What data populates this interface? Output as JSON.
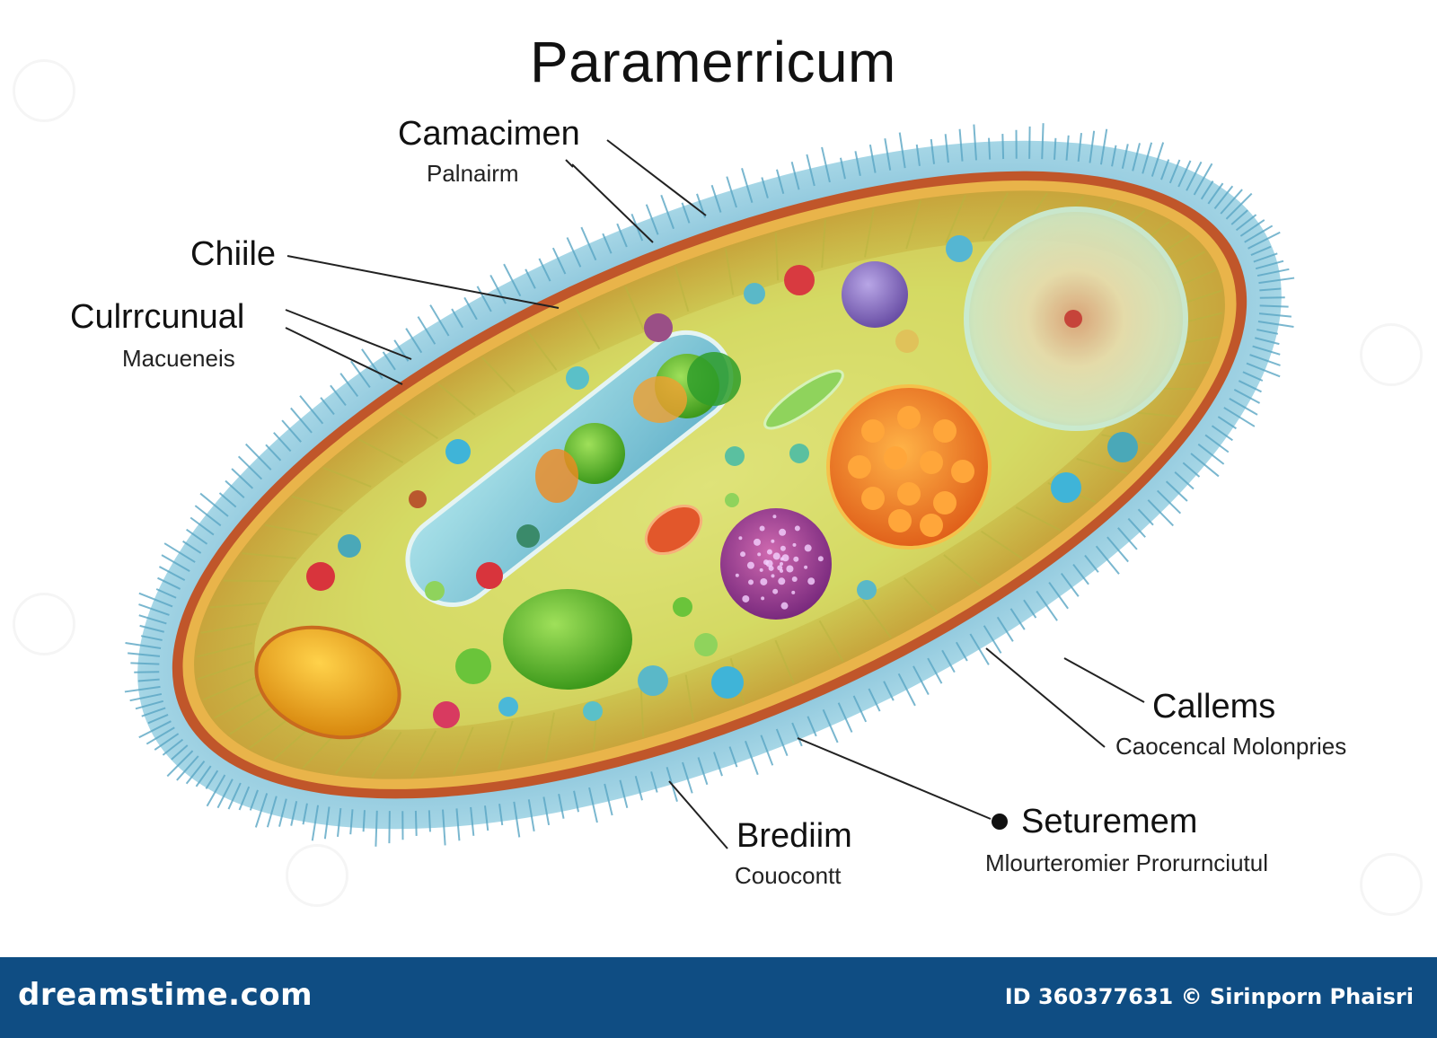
{
  "diagram": {
    "title": "Paramerricum",
    "labels": [
      {
        "id": "camacimen",
        "main": "Camacimen",
        "sub": "Palnairm"
      },
      {
        "id": "chiile",
        "main": "Chiile",
        "sub": ""
      },
      {
        "id": "culrrcunual",
        "main": "Culrrcunual",
        "sub": "Macueneis"
      },
      {
        "id": "callems",
        "main": "Callems",
        "sub": "Caocencal Molonpries"
      },
      {
        "id": "bredim",
        "main": "Brediim",
        "sub": "Couocontt"
      },
      {
        "id": "seturemem",
        "main": "Seturemem",
        "sub": "Mlourteromier Prorurnciutul",
        "bullet": "●"
      }
    ],
    "colors": {
      "cilia": "#6fb3cf",
      "membrane": "#c0562a",
      "cytoplasm": "#c9d24a",
      "vacuole": "#7fc8e0",
      "footer": "#0f4d83"
    }
  },
  "footer": {
    "brand": "dreamstime.com",
    "credit": "ID 360377631 © Sirinporn Phaisri"
  }
}
